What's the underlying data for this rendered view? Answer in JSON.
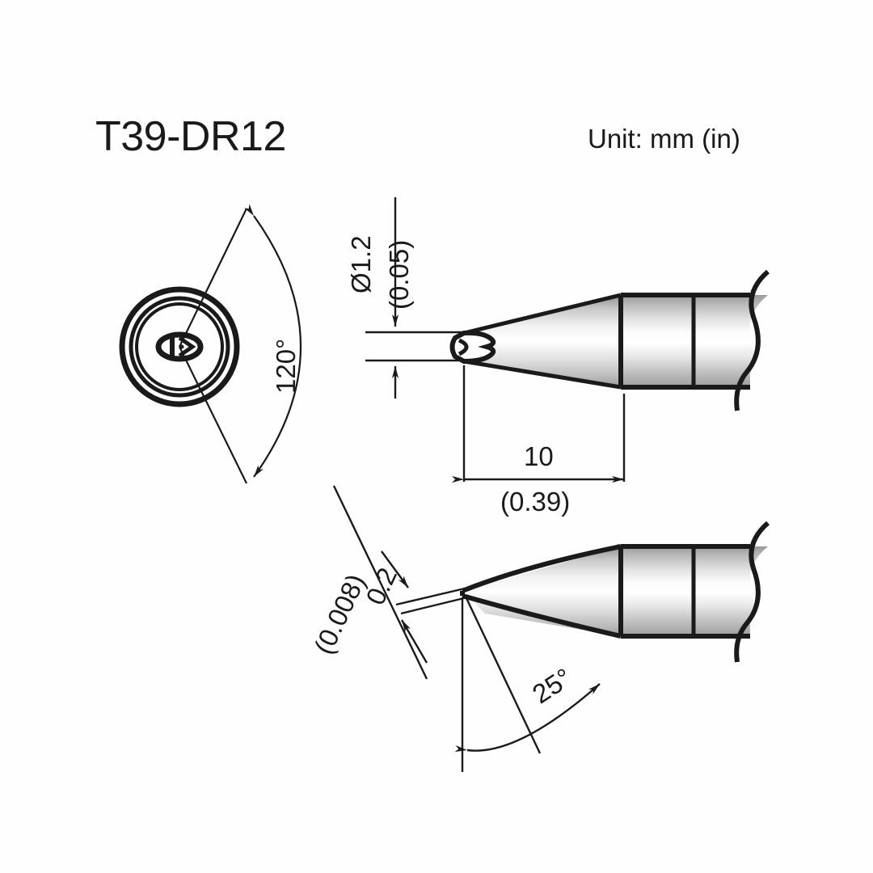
{
  "drawing": {
    "title": "T39-DR12",
    "unit_label": "Unit: mm (in)",
    "background_color": "#fefefe",
    "line_color": "#1a1a1a"
  },
  "views": {
    "front_view": {
      "name": "front-view",
      "description": "concentric circles end view with center slot"
    },
    "top_view": {
      "name": "top-view",
      "description": "tapered soldering iron tip, chisel end, cylindrical body, break line"
    },
    "side_view": {
      "name": "side-view",
      "description": "side profile of tip showing bevel angle"
    }
  },
  "dimensions": {
    "angle_120": "120°",
    "diameter_mm": "Ø1.2",
    "diameter_in": "(0.05)",
    "length_mm": "10",
    "length_in": "(0.39)",
    "thickness_mm": "0.2",
    "thickness_in": "(0.008)",
    "angle_25": "25°"
  }
}
